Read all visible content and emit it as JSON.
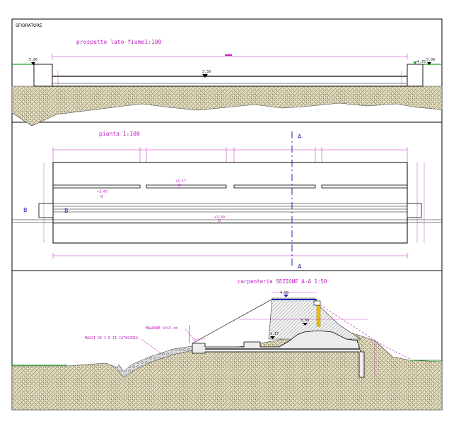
{
  "header": {
    "label": "SFIORATORE"
  },
  "views": {
    "elevation": {
      "title": "prospetto lato fiume1:100"
    },
    "plan": {
      "title": "pianta 1:100"
    },
    "section": {
      "title": "carpenteria SEZIONE A-A 1:50"
    }
  },
  "section_cut": {
    "top_label": "A",
    "bottom_label": "A",
    "left_label": "B",
    "left_inner_label": "B"
  },
  "levels": {
    "elev_left": "5.00",
    "elev_right": "5.00",
    "elev_right_green": "4.70",
    "elev_water": "3.50",
    "plan_a": "+3.47",
    "plan_b": "+3.17",
    "plan_c": "+3.50",
    "sec_crest": "4.90",
    "sec_step": "3.50",
    "sec_mid": "3.17"
  },
  "notes": {
    "magrone": "MAGRONE S=15 cm",
    "massi": "MASSI DI I E II CATEGORIA"
  },
  "colors": {
    "magenta": "#c01ec0",
    "blue": "#2020b0",
    "yellow": "#e8c000",
    "green": "#20a020",
    "soil": "#d8d2b4"
  }
}
